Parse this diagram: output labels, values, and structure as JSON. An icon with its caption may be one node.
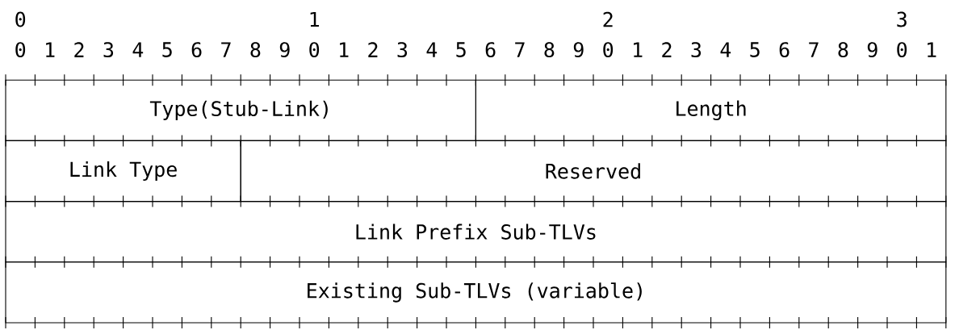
{
  "diagram": {
    "nodes": [
      {
        "text": [
          "Type(Stub-Link)"
        ]
      },
      {
        "text": [
          "Length"
        ]
      },
      {
        "text": [
          "Link Type"
        ]
      },
      {
        "text": [
          "Reserved"
        ]
      },
      {
        "text": [
          "Link Prefix Sub-TLVs"
        ]
      },
      {
        "text": [
          "Existing Sub-TLVs (variable)"
        ]
      }
    ],
    "labels": [
      "0",
      "1",
      "2",
      "3",
      "0",
      "1",
      "2",
      "3",
      "4",
      "5",
      "6",
      "7",
      "8",
      "9",
      "0",
      "1",
      "2",
      "3",
      "4",
      "5",
      "6",
      "7",
      "8",
      "9",
      "0",
      "1",
      "2",
      "3",
      "4",
      "5",
      "6",
      "7",
      "8",
      "9",
      "0",
      "1"
    ]
  }
}
